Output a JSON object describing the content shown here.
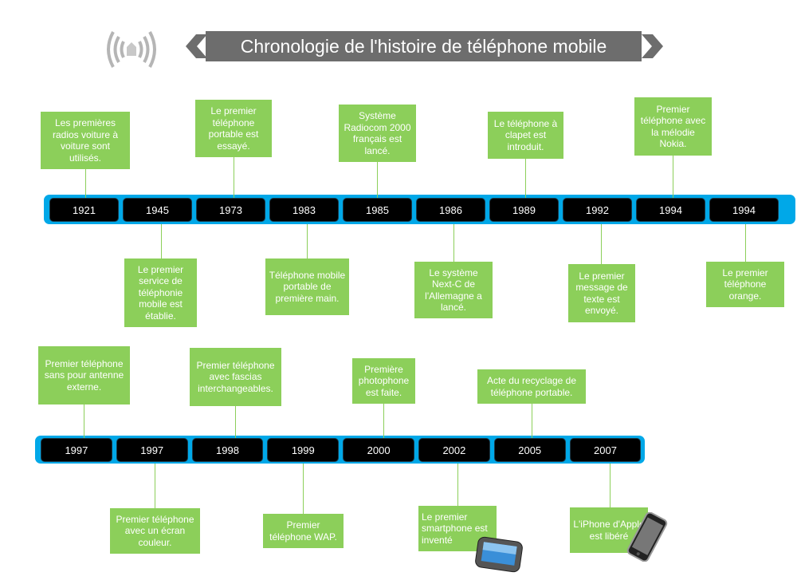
{
  "title": "Chronologie de l'histoire de téléphone mobile",
  "colors": {
    "bar": "#00a8e8",
    "box": "#8ccf5a",
    "title_bg": "#6d6d6d"
  },
  "timeline1": [
    {
      "year": "1921",
      "text": "Les premières radios voiture à voiture sont utilisés."
    },
    {
      "year": "1945",
      "text": "Le premier service de téléphonie mobile est établie."
    },
    {
      "year": "1973",
      "text": "Le premier téléphone portable est essayé."
    },
    {
      "year": "1983",
      "text": "Téléphone mobile portable de  première main."
    },
    {
      "year": "1985",
      "text": "Système Radiocom 2000 français est lancé."
    },
    {
      "year": "1986",
      "text": "Le système Next-C de l'Allemagne a lancé."
    },
    {
      "year": "1989",
      "text": "Le téléphone à clapet est introduit."
    },
    {
      "year": "1992",
      "text": "Le premier message de texte est envoyé."
    },
    {
      "year": "1994",
      "text": "Premier téléphone avec la mélodie Nokia."
    },
    {
      "year": "1994",
      "text": "Le premier téléphone orange."
    }
  ],
  "timeline2": [
    {
      "year": "1997",
      "text": "Premier téléphone sans pour antenne externe."
    },
    {
      "year": "1997",
      "text": "Premier téléphone avec un écran couleur."
    },
    {
      "year": "1998",
      "text": "Premier téléphone avec fascias interchangeables."
    },
    {
      "year": "1999",
      "text": "Premier téléphone WAP."
    },
    {
      "year": "2000",
      "text": "Première photophone est faite."
    },
    {
      "year": "2002",
      "text": "Le premier smartphone est inventé"
    },
    {
      "year": "2005",
      "text": "Acte du recyclage de téléphone portable."
    },
    {
      "year": "2007",
      "text": "L'iPhone d'Apple est libéré"
    }
  ]
}
